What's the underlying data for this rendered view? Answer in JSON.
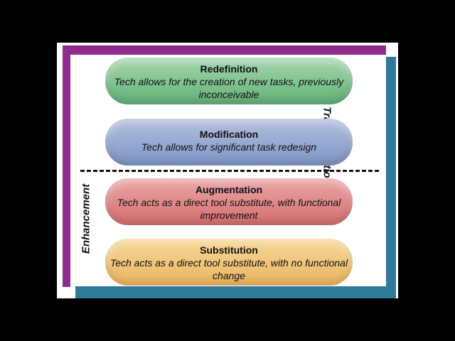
{
  "diagram": {
    "side_labels": {
      "transformation": "Transformation",
      "enhancement": "Enhancement"
    },
    "levels": [
      {
        "title": "Redefinition",
        "description": "Tech allows for the creation of new tasks, previously inconceivable",
        "color": "#62b176"
      },
      {
        "title": "Modification",
        "description": "Tech allows for significant task redesign",
        "color": "#7e94c4"
      },
      {
        "title": "Augmentation",
        "description": "Tech acts as a direct tool substitute, with functional improvement",
        "color": "#d46e6e"
      },
      {
        "title": "Substitution",
        "description": "Tech acts as a direct tool substitute, with no functional change",
        "color": "#eab560"
      }
    ],
    "frame_colors": {
      "transformation": "#8e2b8d",
      "enhancement": "#2f7a99"
    }
  }
}
